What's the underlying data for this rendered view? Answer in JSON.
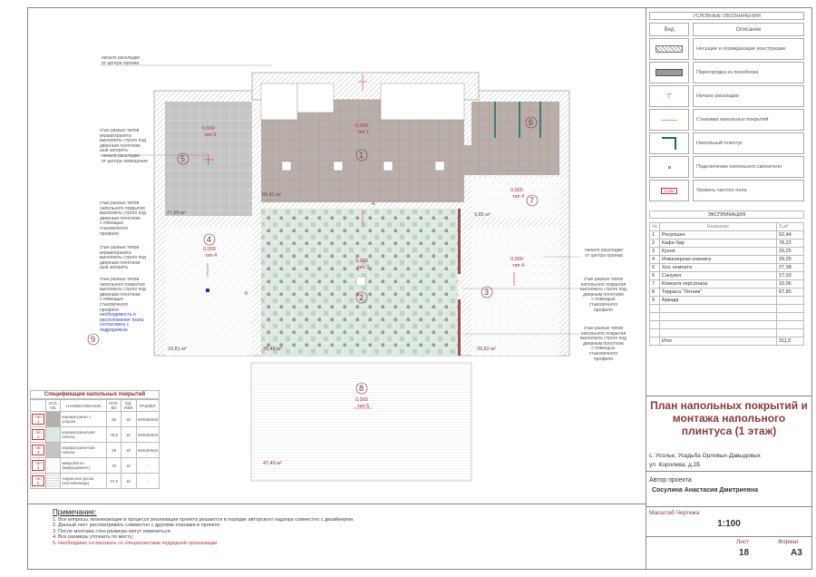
{
  "legend": {
    "title": "УСЛОВНЫЕ ОБОЗНАЧЕНИЯ",
    "col_view": "Вид",
    "col_desc": "Описание",
    "items": [
      {
        "icon": "hatch-wall-icon",
        "label": "Несущие и ограждающие конструкции"
      },
      {
        "icon": "foam-block-icon",
        "label": "Перегородка из пеноблока"
      },
      {
        "icon": "layout-start-icon",
        "label": "Начало раскладки"
      },
      {
        "icon": "joint-line-icon",
        "label": "Стыковка напольных покрытий"
      },
      {
        "icon": "baseboard-icon",
        "label": "Напольный плинтус"
      },
      {
        "icon": "mixer-connection-icon",
        "label": "Подключение напольного смесителя"
      },
      {
        "icon": "floor-level-icon",
        "label": "Уровень чистого пола",
        "tag": "0,000"
      }
    ]
  },
  "explication": {
    "title": "ЭКСПЛИКАЦИЯ",
    "col_no": "№",
    "col_name": "Название",
    "col_area": "S,м²",
    "rows": [
      {
        "no": "1",
        "name": "Ресепшен",
        "area": "52,44"
      },
      {
        "no": "2",
        "name": "Кафе-бар",
        "area": "78,22"
      },
      {
        "no": "3",
        "name": "Кухня",
        "area": "29,25"
      },
      {
        "no": "4",
        "name": "Инженерная комната",
        "area": "29,25"
      },
      {
        "no": "5",
        "name": "Хоз. комната",
        "area": "27,38"
      },
      {
        "no": "6",
        "name": "Санузел",
        "area": "17,03"
      },
      {
        "no": "7",
        "name": "Комната персонала",
        "area": "10,06"
      },
      {
        "no": "8",
        "name": "Терраса \"Летник\"",
        "area": "67,85"
      },
      {
        "no": "9",
        "name": "Аркада",
        "area": ""
      }
    ],
    "total_label": "Итог",
    "total": "311,5"
  },
  "title_block": {
    "title": "План напольных покрытий и монтажа напольного плинтуса (1 этаж)",
    "address1": "с. Усолье, Усадьба Орловых-Давыдовых",
    "address2": "ул. Королева, д.2Б",
    "author_label": "Автор проекта",
    "author": "Сосулина Анастасия Дмитриевна",
    "scale_label": "Масштаб Чертежа",
    "scale": "1:100",
    "sheet_label": "Лист",
    "sheet": "18",
    "format_label": "Формат",
    "format": "А3"
  },
  "spec": {
    "title": "Спецификация напольных покрытий",
    "headers": [
      "",
      "УСЛ. ОБ.",
      "НАИМЕНОВАНИЕ",
      "КОЛ-ВО",
      "ЕД. ИЗМ.",
      "РАЗМЕР"
    ],
    "rows": [
      {
        "type": "тип 1",
        "name": "керамогранит с узором",
        "qty": "65",
        "unit": "м²",
        "size": "600х600х8"
      },
      {
        "type": "тип 2",
        "name": "керамогранитная плитка",
        "qty": "78,5",
        "unit": "м²",
        "size": "600х600х8"
      },
      {
        "type": "тип 3",
        "name": "керамогранитная плитка",
        "qty": "28",
        "unit": "м²",
        "size": "600х600х8"
      },
      {
        "type": "тип 4",
        "name": "микробетон (микроцемент)",
        "qty": "70",
        "unit": "м²",
        "size": "-"
      },
      {
        "type": "тип 5",
        "name": "террасная доска (лиственница)",
        "qty": "47,5",
        "unit": "м²",
        "size": "-"
      }
    ]
  },
  "notes": {
    "title": "Примечание:",
    "items": [
      "1. Все вопросы, возникающие в процессе реализации проекта решаются в порядке авторского надзора совместно с дизайнером.",
      "2. Данный лист рассматривать совместно с другими планами в проекте;",
      "3. После монтажа стен размеры могут измениться;",
      "4. Все размеры уточнить по месту;",
      "5. Необходимо согласовать со специалистами подрядной организации"
    ],
    "warn_color": "#c03030"
  },
  "plan": {
    "rooms": [
      {
        "num": "1",
        "level": "0,000",
        "type": "тип 1",
        "area": "66,41 м²"
      },
      {
        "num": "2",
        "level": "0,000",
        "type": "тип 2",
        "area": "78,48 м²"
      },
      {
        "num": "3",
        "level": "0,000",
        "type": "тип 4",
        "area": "29,82 м²"
      },
      {
        "num": "4",
        "level": "0,000",
        "type": "тип 4",
        "area": "29,81 м²"
      },
      {
        "num": "5",
        "level": "0,000",
        "type": "тип 3",
        "area": "27,89 м²"
      },
      {
        "num": "6"
      },
      {
        "num": "7",
        "level": "0,000",
        "type": "тип 4",
        "area": "9,85 м²"
      },
      {
        "num": "8",
        "level": "0,000",
        "type": "тип 5",
        "area": "47,49 м²"
      },
      {
        "num": "9"
      }
    ],
    "annotations": {
      "a1": "начало раскладки\nот центра проема",
      "a2": "стык разных типов\nкерамогранита\nвыполнить строго под\nдверным полотном\nшов затереть",
      "a3": "начало раскладки\nот центра помещения",
      "a4": "стык разных типов\nнапольного покрытия\nвыполнить строго под\nдверным полотном\nс помощью\nстыковочного\nпрофиля",
      "a5": "стык разных типов\nкерамогранита\nвыполнить строго под\nдверным полотном\nшов затереть",
      "a6": "стык разных типов\nнапольного покрытия\nвыполнить строго под\nдверным полотном\nс помощью\nстыковочного\nпрофиля",
      "a7": "необходимость и\nрасположение трапа\nсогласовать с\nподрядчиком",
      "r1": "начало раскладки\nот центра проема",
      "r2": "стык разных типов\nнапольного покрытия\nвыполнить строго под\nдверным полотном\nс помощью\nстыковочного\nпрофиля",
      "r3": "стык разных типов\nнапольного покрытия\nвыполнить строго под\nдверным полотном\nс помощью\nстыковочного\nпрофиля"
    },
    "section_marks": [
      "А",
      "Б"
    ]
  }
}
